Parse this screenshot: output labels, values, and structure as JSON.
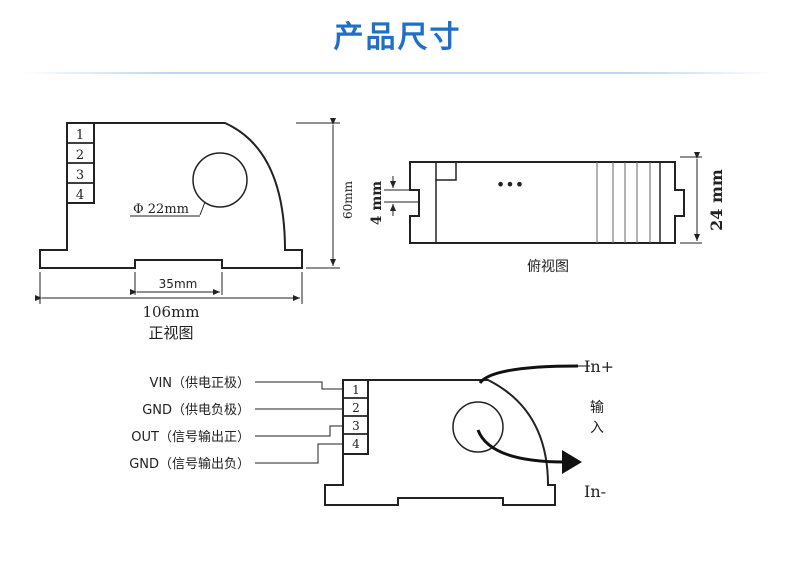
{
  "title": "产品尺寸",
  "front_view": {
    "pins": [
      "1",
      "2",
      "3",
      "4"
    ],
    "hole_label": "Φ 22mm",
    "height_label": "60mm",
    "slot_label": "35mm",
    "width_label": "106mm",
    "caption": "正视图"
  },
  "top_view": {
    "dots": "•••",
    "notch_label": "4 mm",
    "height_label": "24 mm",
    "caption": "俯视图"
  },
  "wiring": {
    "labels": [
      "VIN（供电正极）",
      "GND（供电负极）",
      "OUT（信号输出正）",
      "GND（信号输出负）"
    ],
    "pins": [
      "1",
      "2",
      "3",
      "4"
    ],
    "in_plus": "In+",
    "in_minus": "In-",
    "input_label_1": "输",
    "input_label_2": "入"
  }
}
